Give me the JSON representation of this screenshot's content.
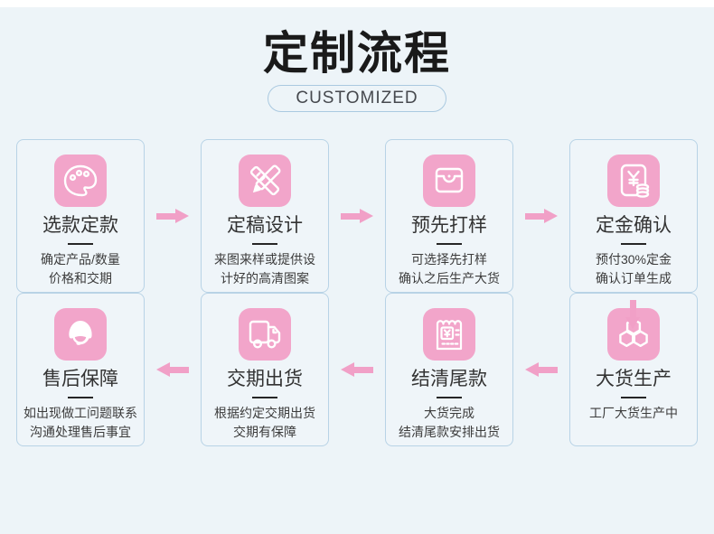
{
  "page": {
    "title": "定制流程",
    "subtitle": "CUSTOMIZED"
  },
  "colors": {
    "background": "#edf4f8",
    "card_border": "#b8d3e6",
    "accent_pink": "#f2a5ca",
    "text": "#333333"
  },
  "steps": [
    {
      "title": "选款定款",
      "icon": "palette-icon",
      "desc_lines": [
        "确定产品/数量",
        "价格和交期"
      ]
    },
    {
      "title": "定稿设计",
      "icon": "design-pen-icon",
      "desc_lines": [
        "来图来样或提供设",
        "计好的高清图案"
      ]
    },
    {
      "title": "预先打样",
      "icon": "sample-bag-icon",
      "desc_lines": [
        "可选择先打样",
        "确认之后生产大货"
      ]
    },
    {
      "title": "定金确认",
      "icon": "deposit-coins-icon",
      "desc_lines": [
        "预付30%定金",
        "确认订单生成"
      ]
    },
    {
      "title": "大货生产",
      "icon": "production-icon",
      "desc_lines": [
        "工厂大货生产中"
      ]
    },
    {
      "title": "结清尾款",
      "icon": "payment-receipt-icon",
      "desc_lines": [
        "大货完成",
        "结清尾款安排出货"
      ]
    },
    {
      "title": "交期出货",
      "icon": "delivery-truck-icon",
      "desc_lines": [
        "根据约定交期出货",
        "交期有保障"
      ]
    },
    {
      "title": "售后保障",
      "icon": "after-sales-icon",
      "desc_lines": [
        "如出现做工问题联系",
        "沟通处理售后事宜"
      ]
    }
  ]
}
